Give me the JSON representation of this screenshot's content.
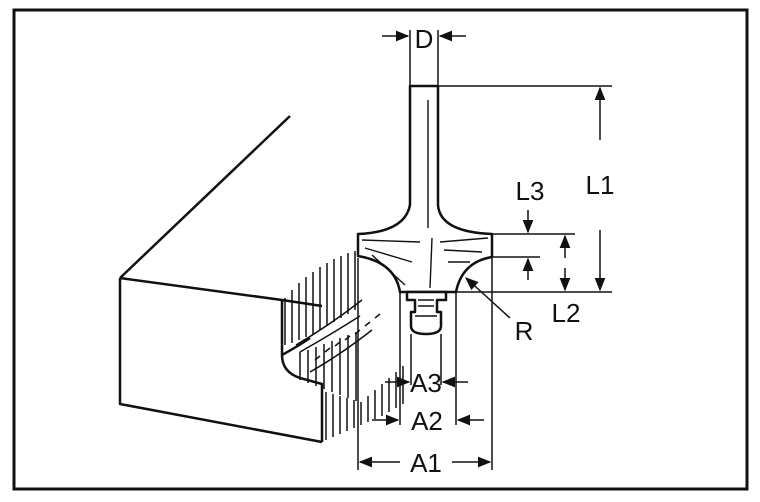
{
  "labels": {
    "d": "D",
    "l1": "L1",
    "l2": "L2",
    "l3": "L3",
    "r": "R",
    "a1": "A1",
    "a2": "A2",
    "a3": "A3"
  },
  "colors": {
    "ink": "#111111",
    "background": "#ffffff"
  }
}
